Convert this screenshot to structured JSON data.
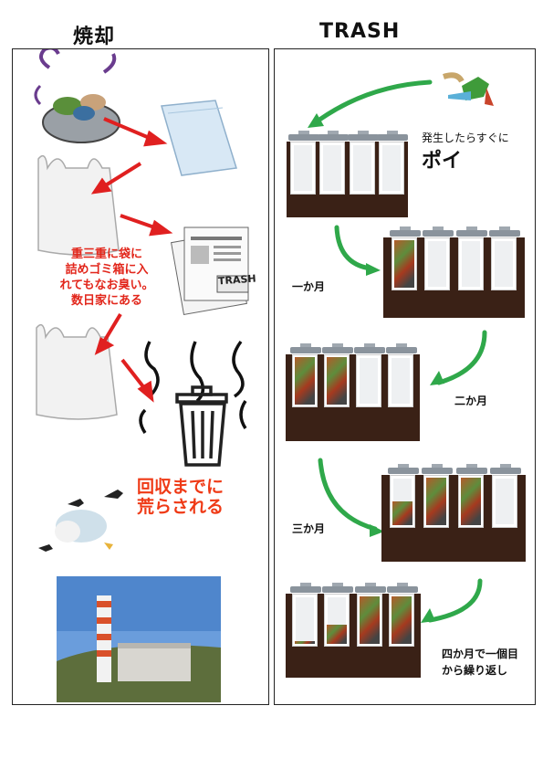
{
  "titles": {
    "left": "焼却",
    "right": "TRASH"
  },
  "left": {
    "note_lines": [
      "重三重に袋に",
      "詰めゴミ箱に入",
      "れてもなお臭い。",
      "数日家にある"
    ],
    "newspaper_text": "TRASH",
    "warning_lines": [
      "回収までに",
      "荒らされる"
    ]
  },
  "right": {
    "intro_small": "発生したらすぐに",
    "intro_big": "ポイ",
    "stage_labels": [
      "一か月",
      "二か月",
      "三か月"
    ],
    "final_lines": [
      "四か月で一個目",
      "から繰り返し"
    ],
    "jar_fill_fractions": [
      [
        0,
        0,
        0,
        0
      ],
      [
        1,
        0,
        0,
        0
      ],
      [
        1,
        1,
        0,
        0
      ],
      [
        0.5,
        1,
        1,
        0
      ],
      [
        0.05,
        0.4,
        1,
        1
      ]
    ]
  },
  "colors": {
    "arrow_red": "#e02020",
    "arrow_green": "#2fa84a",
    "warning": "#ef3a16",
    "box": "#3a2116"
  }
}
